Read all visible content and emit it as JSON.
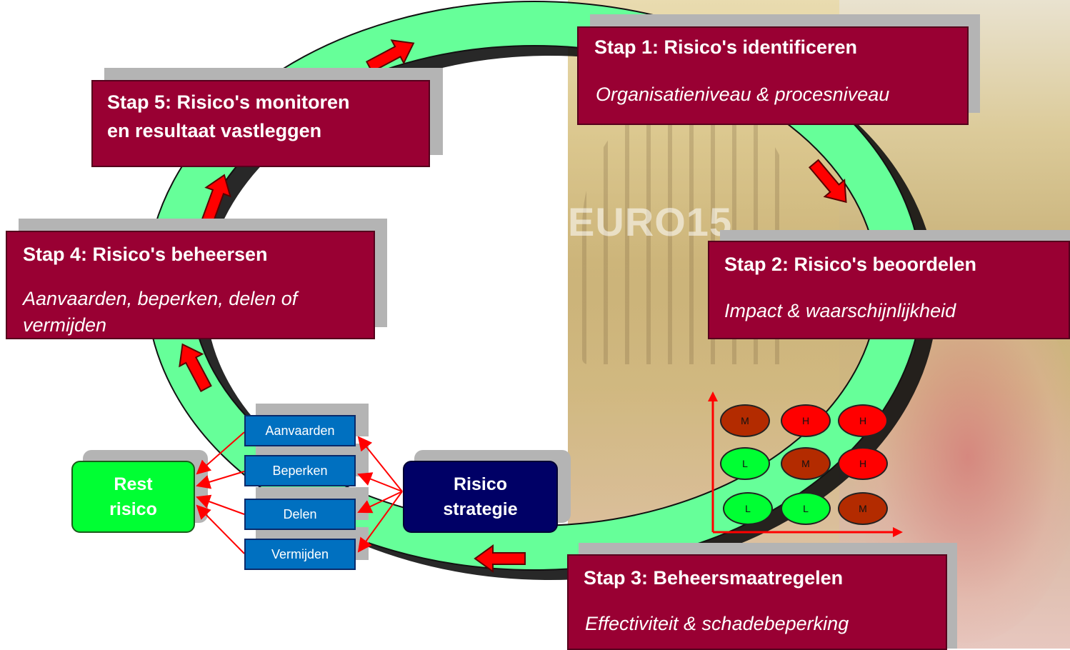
{
  "colors": {
    "step_box": "#990033",
    "ring": "#66ff99",
    "arrow": "#ff0000",
    "option_box": "#0070c0",
    "rest_risk": "#00ff33",
    "strategy": "#000066",
    "matrix_high": "#ff0000",
    "matrix_medium": "#b32b00",
    "matrix_low": "#00ff33"
  },
  "background": {
    "photo_text": "EURO15"
  },
  "steps": [
    {
      "title": "Stap 1: Risico's identificeren",
      "subtitle": "Organisatieniveau & procesniveau"
    },
    {
      "title": "Stap 2: Risico's beoordelen",
      "subtitle": "Impact & waarschijnlijkheid"
    },
    {
      "title": "Stap 3: Beheersmaatregelen",
      "subtitle": "Effectiviteit & schadebeperking"
    },
    {
      "title": "Stap 4: Risico's beheersen",
      "subtitle": "Aanvaarden, beperken, delen of vermijden"
    },
    {
      "title_line1": "Stap 5: Risico's monitoren",
      "title_line2": "en resultaat vastleggen"
    }
  ],
  "options": [
    "Aanvaarden",
    "Beperken",
    "Delen",
    "Vermijden"
  ],
  "rest_risk": {
    "line1": "Rest",
    "line2": "risico"
  },
  "strategy": {
    "line1": "Risico",
    "line2": "strategie"
  },
  "risk_matrix": {
    "rows": [
      [
        "M",
        "H",
        "H"
      ],
      [
        "L",
        "M",
        "H"
      ],
      [
        "L",
        "L",
        "M"
      ]
    ]
  }
}
